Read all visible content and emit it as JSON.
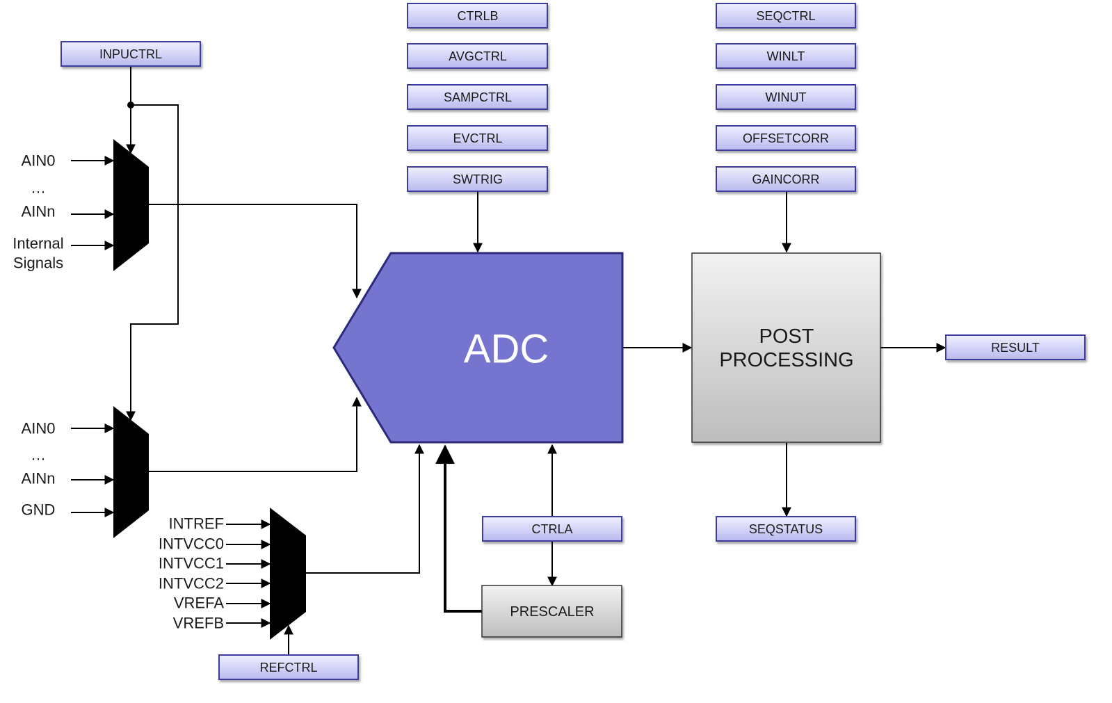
{
  "registers": {
    "inputctrl": "INPUCTRL",
    "ctrlb": "CTRLB",
    "avgctrl": "AVGCTRL",
    "sampctrl": "SAMPCTRL",
    "evctrl": "EVCTRL",
    "swtrig": "SWTRIG",
    "seqctrl": "SEQCTRL",
    "winlt": "WINLT",
    "winut": "WINUT",
    "offsetcorr": "OFFSETCORR",
    "gaincorr": "GAINCORR",
    "result": "RESULT",
    "seqstatus": "SEQSTATUS",
    "ctrla": "CTRLA",
    "refctrl": "REFCTRL"
  },
  "blocks": {
    "adc": "ADC",
    "post_processing_line1": "POST",
    "post_processing_line2": "PROCESSING",
    "prescaler": "PRESCALER"
  },
  "mux_pos_inputs": {
    "ain0": "AIN0",
    "ellipsis": "…",
    "ainn": "AINn",
    "internal_line1": "Internal",
    "internal_line2": "Signals"
  },
  "mux_neg_inputs": {
    "ain0": "AIN0",
    "ellipsis": "…",
    "ainn": "AINn",
    "gnd": "GND"
  },
  "ref_inputs": {
    "intref": "INTREF",
    "intvcc0": "INTVCC0",
    "intvcc1": "INTVCC1",
    "intvcc2": "INTVCC2",
    "vrefa": "VREFA",
    "vrefb": "VREFB"
  },
  "colors": {
    "adc_fill": "#7575d0",
    "adc_stroke": "#2a2a7a",
    "register_fill_top": "#f0f0ff",
    "register_fill_bottom": "#b9b9ef",
    "register_stroke": "#3d3d9e",
    "block_fill_top": "#f2f2f2",
    "block_fill_bottom": "#bdbdbd"
  }
}
